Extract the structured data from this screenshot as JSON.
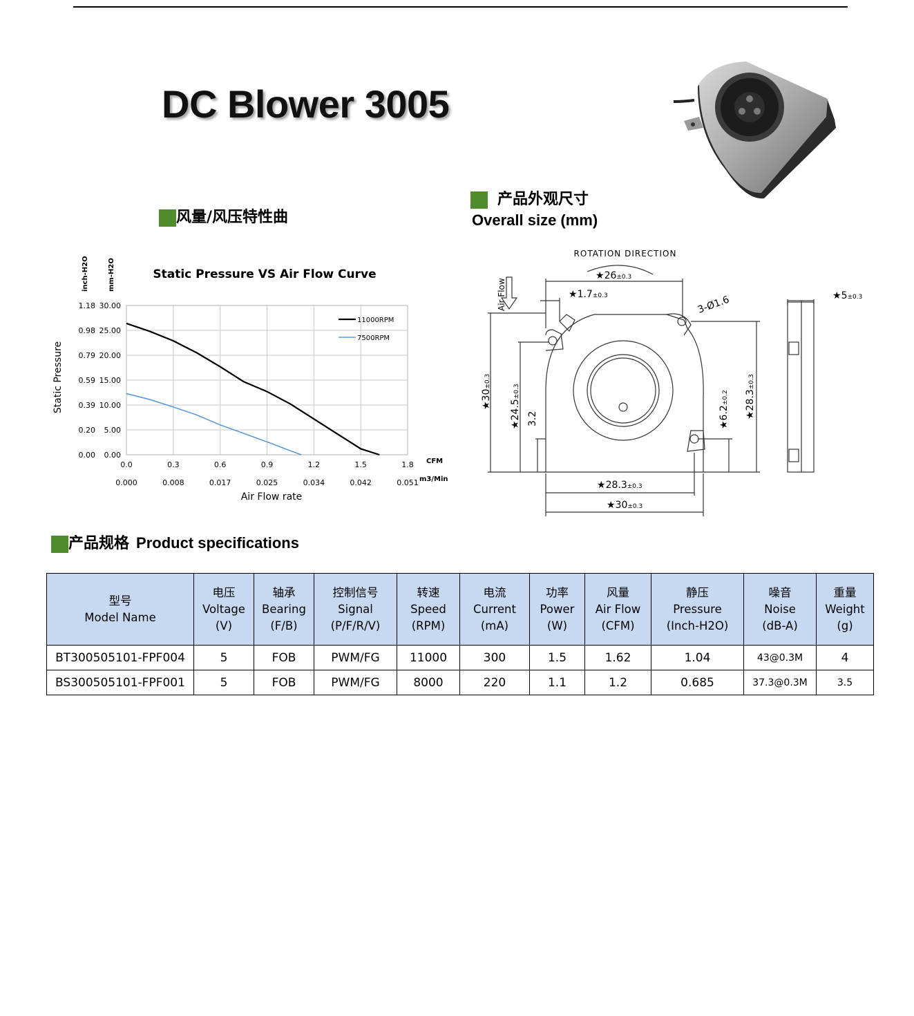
{
  "title": "DC Blower 3005",
  "sections": {
    "curve_title_cn": "风量/风压特性曲",
    "size_title_cn": "产品外观尺寸",
    "size_title_en": "Overall size (mm)",
    "spec_title_cn": "产品规格",
    "spec_title_en": "Product specifications"
  },
  "chart_data": {
    "type": "line",
    "title": "Static Pressure VS Air Flow Curve",
    "ylabel": "Static Pressure",
    "xlabel": "Air Flow rate",
    "y_unit_inch": "inch-H2O",
    "y_unit_mm": "mm-H2O",
    "x_unit_cfm": "CFM",
    "x_unit_m3": "m3/Min",
    "y_ticks_inch": [
      "1.18",
      "0.98",
      "0.79",
      "0.59",
      "0.39",
      "0.20",
      "0.00"
    ],
    "y_ticks_mm": [
      "30.00",
      "25.00",
      "20.00",
      "15.00",
      "10.00",
      "5.00",
      "0.00"
    ],
    "x_ticks_cfm": [
      "0.0",
      "0.3",
      "0.6",
      "0.9",
      "1.2",
      "1.5",
      "1.8"
    ],
    "x_ticks_m3": [
      "0.000",
      "0.008",
      "0.017",
      "0.025",
      "0.034",
      "0.042",
      "0.051"
    ],
    "xlim": [
      0,
      1.8
    ],
    "ylim": [
      0,
      30
    ],
    "grid": true,
    "legend_position": "top-right",
    "series": [
      {
        "name": "11000RPM",
        "color": "#000000",
        "x": [
          0.0,
          0.15,
          0.3,
          0.45,
          0.6,
          0.75,
          0.9,
          1.05,
          1.2,
          1.35,
          1.5,
          1.62
        ],
        "y": [
          26.4,
          24.8,
          22.9,
          20.5,
          17.7,
          14.7,
          12.7,
          10.2,
          7.2,
          4.2,
          1.2,
          0.0
        ]
      },
      {
        "name": "7500RPM",
        "color": "#5b9bd5",
        "x": [
          0.0,
          0.15,
          0.3,
          0.45,
          0.6,
          0.75,
          0.9,
          1.05,
          1.12
        ],
        "y": [
          12.3,
          11.1,
          9.6,
          8.0,
          6.0,
          4.3,
          2.6,
          0.8,
          0.0
        ]
      }
    ]
  },
  "drawing": {
    "rotation_label": "ROTATION DIRECTION",
    "airflow_label": "Air Flow",
    "dims": {
      "d26": "26",
      "d17": "1.7",
      "d_hole": "3-Ø1.6",
      "d5": "5",
      "d30v": "30",
      "d245": "24.5",
      "d32": "3.2",
      "d62": "6.2",
      "d283v": "28.3",
      "d283h": "28.3",
      "d30h": "30"
    },
    "tol": {
      "t03": "±0.3",
      "t02": "±0.2"
    },
    "star": "★"
  },
  "table": {
    "headers": [
      [
        "型号",
        "Model Name"
      ],
      [
        "电压",
        "Voltage",
        "(V)"
      ],
      [
        "轴承",
        "Bearing",
        "(F/B)"
      ],
      [
        "控制信号",
        "Signal",
        "(P/F/R/V)"
      ],
      [
        "转速",
        "Speed",
        "(RPM)"
      ],
      [
        "电流",
        "Current",
        "(mA)"
      ],
      [
        "功率",
        "Power",
        "(W)"
      ],
      [
        "风量",
        "Air Flow",
        "(CFM)"
      ],
      [
        "静压",
        "Pressure",
        "(Inch-H2O)"
      ],
      [
        "噪音",
        "Noise",
        "(dB-A)"
      ],
      [
        "重量",
        "Weight",
        "(g)"
      ]
    ],
    "rows": [
      [
        "BT300505101-FPF004",
        "5",
        "FOB",
        "PWM/FG",
        "11000",
        "300",
        "1.5",
        "1.62",
        "1.04",
        "43@0.3M",
        "4"
      ],
      [
        "BS300505101-FPF001",
        "5",
        "FOB",
        "PWM/FG",
        "8000",
        "220",
        "1.1",
        "1.2",
        "0.685",
        "37.3@0.3M",
        "3.5"
      ]
    ]
  }
}
